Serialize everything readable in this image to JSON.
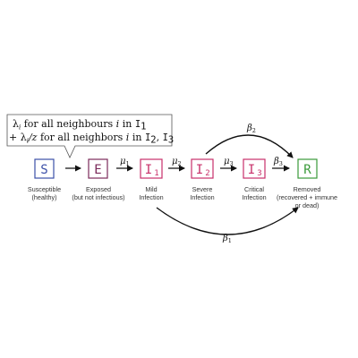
{
  "callout": {
    "line1_sym": "λ",
    "line1_sub": "i",
    "line1_text": " for all neighbours ",
    "line1_var": "i",
    "line1_in": " in ",
    "line1_set": "I",
    "line1_set_sub": "1",
    "line2_plus": "+ λ",
    "line2_sub": "i",
    "line2_div": "/z",
    "line2_text": " for all neighbors ",
    "line2_var": "i",
    "line2_in": " in ",
    "line2_set_a": "I",
    "line2_set_a_sub": "2",
    "line2_comma": ", ",
    "line2_set_b": "I",
    "line2_set_b_sub": "3"
  },
  "states": [
    {
      "letter": "S",
      "sub": "",
      "color": "#3b4fa8",
      "label1": "Susceptible",
      "label2": "(healthy)"
    },
    {
      "letter": "E",
      "sub": "",
      "color": "#7b2a5a",
      "label1": "Exposed",
      "label2": "(but not infectious)"
    },
    {
      "letter": "I",
      "sub": "1",
      "color": "#c8306a",
      "label1": "Mild",
      "label2": "Infection"
    },
    {
      "letter": "I",
      "sub": "2",
      "color": "#c8306a",
      "label1": "Severe",
      "label2": "Infection"
    },
    {
      "letter": "I",
      "sub": "3",
      "color": "#c8306a",
      "label1": "Critical",
      "label2": "Infection"
    },
    {
      "letter": "R",
      "sub": "",
      "color": "#3a9a3a",
      "label1": "Removed",
      "label2": "(recovered + immune",
      "label3": "or dead)"
    }
  ],
  "rates": {
    "mu1": {
      "sym": "μ",
      "sub": "1"
    },
    "mu2": {
      "sym": "μ",
      "sub": "2"
    },
    "mu3": {
      "sym": "μ",
      "sub": "3"
    },
    "beta1": {
      "sym": "β",
      "sub": "1"
    },
    "beta2": {
      "sym": "β",
      "sub": "2"
    },
    "beta3": {
      "sym": "β",
      "sub": "3"
    }
  }
}
